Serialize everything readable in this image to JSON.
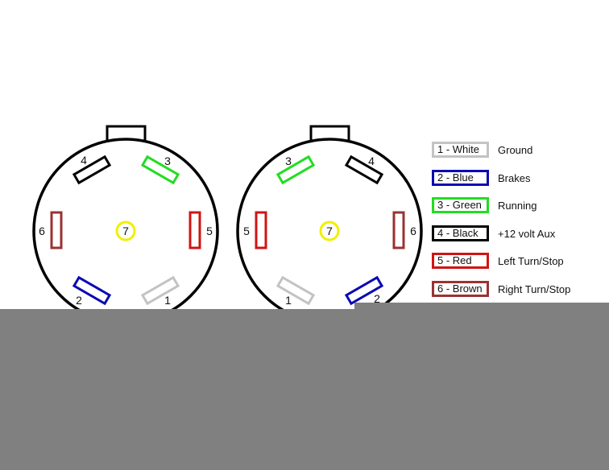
{
  "colors": {
    "white": "#c3c3c3",
    "blue": "#0a0ab4",
    "green": "#22dd22",
    "black": "#000000",
    "red": "#d01414",
    "brown": "#9a3232",
    "yellow": "#f0f000",
    "overlay": "#808080"
  },
  "connectors": [
    {
      "name": "left-connector",
      "pins": [
        {
          "num": "1",
          "color": "white"
        },
        {
          "num": "2",
          "color": "blue"
        },
        {
          "num": "3",
          "color": "green"
        },
        {
          "num": "4",
          "color": "black"
        },
        {
          "num": "5",
          "color": "red"
        },
        {
          "num": "6",
          "color": "brown"
        },
        {
          "num": "7",
          "color": "yellow"
        }
      ]
    },
    {
      "name": "right-connector",
      "pins": [
        {
          "num": "1",
          "color": "white"
        },
        {
          "num": "2",
          "color": "blue"
        },
        {
          "num": "3",
          "color": "green"
        },
        {
          "num": "4",
          "color": "black"
        },
        {
          "num": "5",
          "color": "red"
        },
        {
          "num": "6",
          "color": "brown"
        },
        {
          "num": "7",
          "color": "yellow"
        }
      ]
    }
  ],
  "legend": [
    {
      "label": "1 - White",
      "desc": "Ground",
      "color": "white"
    },
    {
      "label": "2 - Blue",
      "desc": "Brakes",
      "color": "blue"
    },
    {
      "label": "3 - Green",
      "desc": "Running",
      "color": "green"
    },
    {
      "label": "4 - Black",
      "desc": "+12 volt Aux",
      "color": "black"
    },
    {
      "label": "5 - Red",
      "desc": "Left Turn/Stop",
      "color": "red"
    },
    {
      "label": "6 - Brown",
      "desc": "Right Turn/Stop",
      "color": "brown"
    }
  ]
}
